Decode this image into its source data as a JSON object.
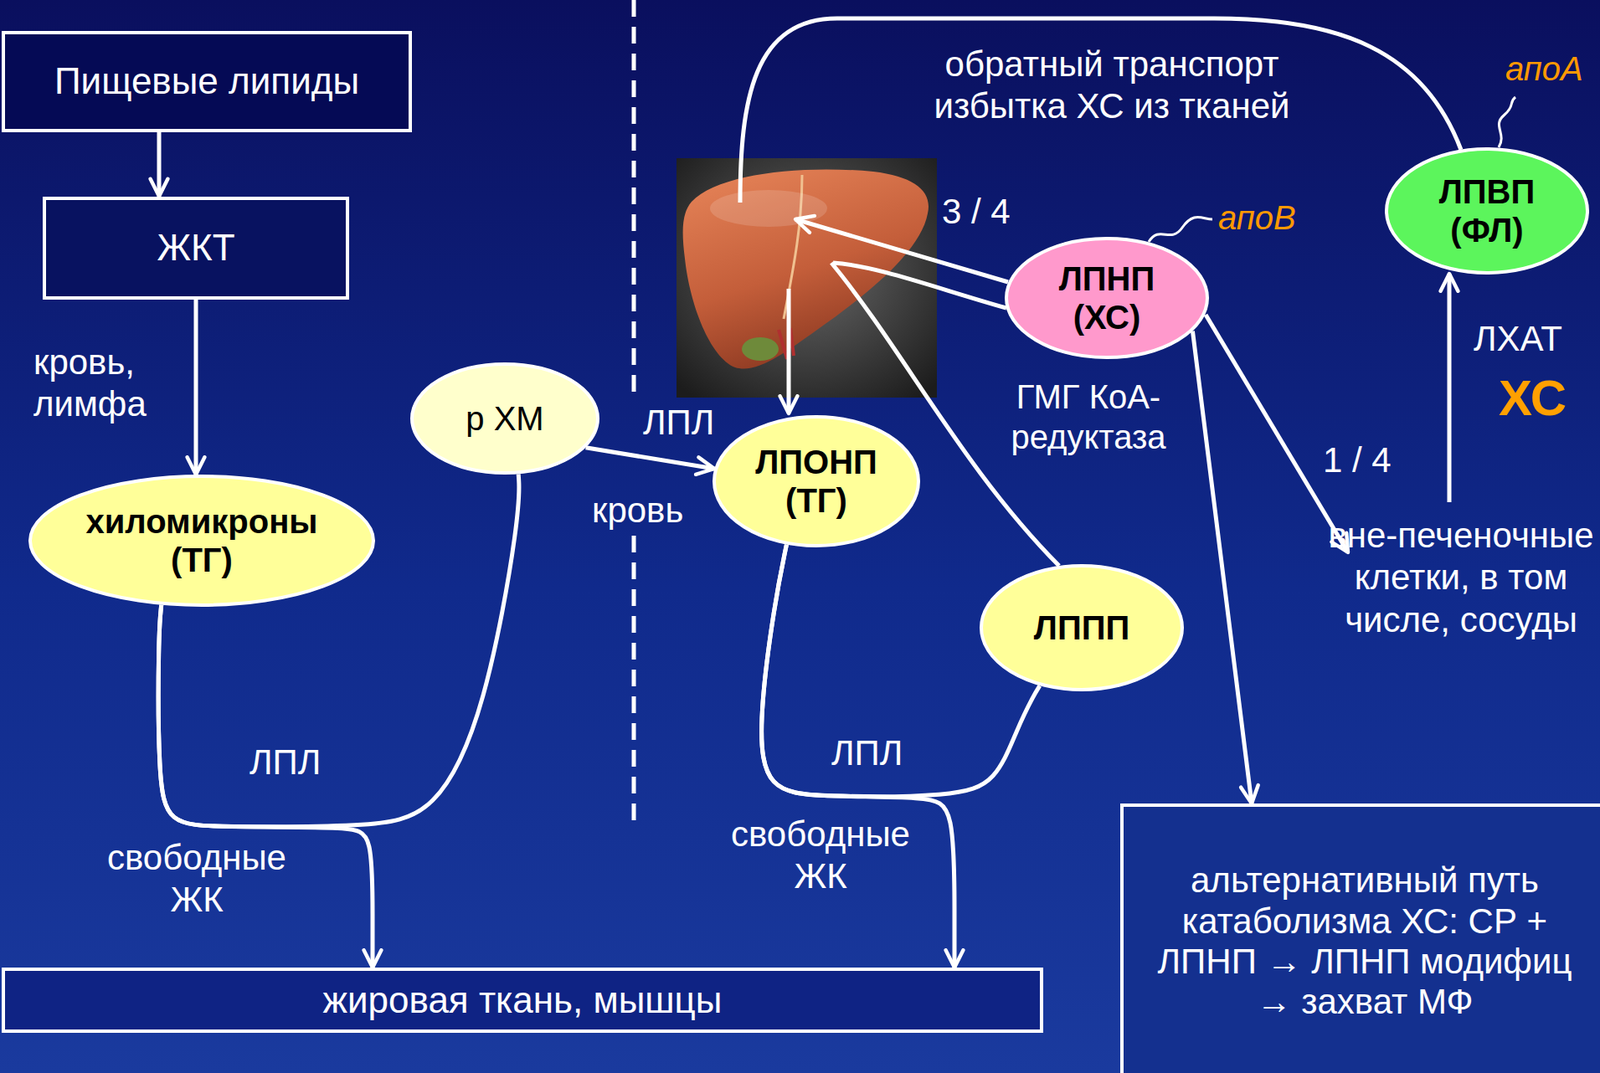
{
  "diagram": {
    "nodes": [
      {
        "text": [
          "Пищевые липиды"
        ]
      },
      {
        "text": [
          "ЖКТ"
        ]
      },
      {
        "text": [
          "хиломикроны",
          "(ТГ)"
        ]
      },
      {
        "text": [
          "р ХМ"
        ]
      },
      {
        "text": [
          "ЛПОНП",
          "(ТГ)"
        ]
      },
      {
        "text": [
          "ЛПНП",
          "(ХС)"
        ]
      },
      {
        "text": [
          "ЛППП"
        ]
      },
      {
        "text": [
          "ЛПВП",
          "(ФЛ)"
        ]
      },
      {
        "text": [
          "жировая ткань, мышцы"
        ]
      },
      {
        "text": [
          "альтернативный путь катаболизма ХС: СР + ЛПНП → ЛПНП модифиц → захват МФ"
        ]
      }
    ],
    "edges": [
      {
        "from": 0,
        "to": 1,
        "arrow": "to"
      },
      {
        "from": 1,
        "to": 2,
        "label": "кровь, лимфа",
        "arrow": "to"
      },
      {
        "from": 2,
        "to": 3,
        "label": "ЛПЛ",
        "arrow": "none"
      },
      {
        "from": 2,
        "to": 8,
        "label": "свободные ЖК",
        "arrow": "to"
      },
      {
        "from": 3,
        "to": 4,
        "label": "кровь",
        "arrow": "to"
      },
      {
        "from": 4,
        "to": 6,
        "label": "ЛПЛ",
        "arrow": "none"
      },
      {
        "from": 4,
        "to": 8,
        "label": "свободные ЖК",
        "arrow": "to"
      },
      {
        "from": 5,
        "to": 9,
        "arrow": "to"
      }
    ],
    "labels": [
      "обратный транспорт избытка ХС из тканей",
      "апоА",
      "3 / 4",
      "апоВ",
      "ЛХАТ",
      "ХС",
      "ГМГ КоА-редуктаза",
      "ЛПЛ",
      "1 / 4",
      "вне-печеночные клетки, в том числе, сосуды"
    ]
  }
}
